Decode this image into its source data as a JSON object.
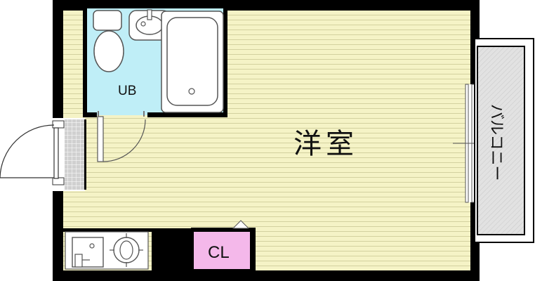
{
  "rooms": {
    "unit_bath": "UB",
    "western_room": "洋室",
    "closet": "CL",
    "balcony": "バルコニー"
  },
  "colors": {
    "wall": "#000000",
    "floor": "#f5f3c6",
    "floor_lines": "#cfcd9a",
    "bath": "#bfeef7",
    "closet": "#f4b8ea",
    "entry_tile": "#cccccc",
    "balcony": "#dcdcdc"
  }
}
